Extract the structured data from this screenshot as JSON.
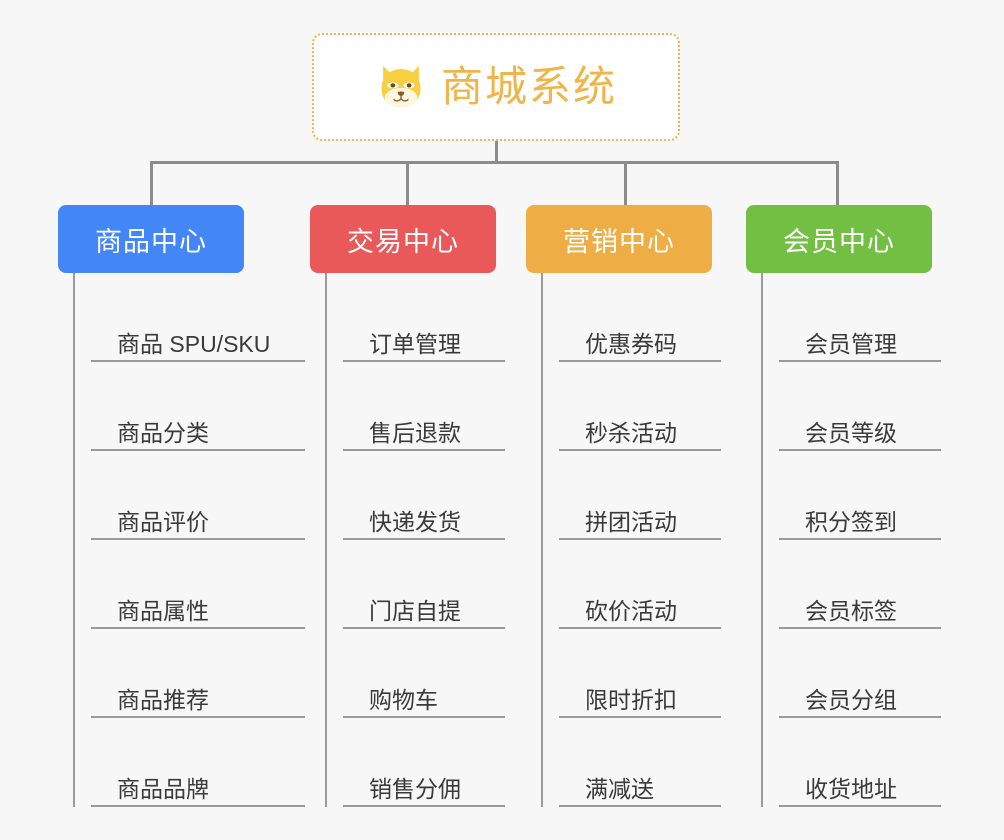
{
  "root": {
    "title": "商城系统",
    "icon": "shiba-dog-face-icon",
    "border_color": "#efb44a",
    "text_color": "#efb44a",
    "background": "#ffffff"
  },
  "canvas": {
    "background": "#f7f7f7",
    "connector_color": "#8c8c8c"
  },
  "columns": [
    {
      "title": "商品中心",
      "color": "#4287f5",
      "items": [
        "商品 SPU/SKU",
        "商品分类",
        "商品评价",
        "商品属性",
        "商品推荐",
        "商品品牌"
      ]
    },
    {
      "title": "交易中心",
      "color": "#e9595a",
      "items": [
        "订单管理",
        "售后退款",
        "快递发货",
        "门店自提",
        "购物车",
        "销售分佣"
      ]
    },
    {
      "title": "营销中心",
      "color": "#eead45",
      "items": [
        "优惠券码",
        "秒杀活动",
        "拼团活动",
        "砍价活动",
        "限时折扣",
        "满减送"
      ]
    },
    {
      "title": "会员中心",
      "color": "#72bf44",
      "items": [
        "会员管理",
        "会员等级",
        "积分签到",
        "会员标签",
        "会员分组",
        "收货地址"
      ]
    }
  ]
}
